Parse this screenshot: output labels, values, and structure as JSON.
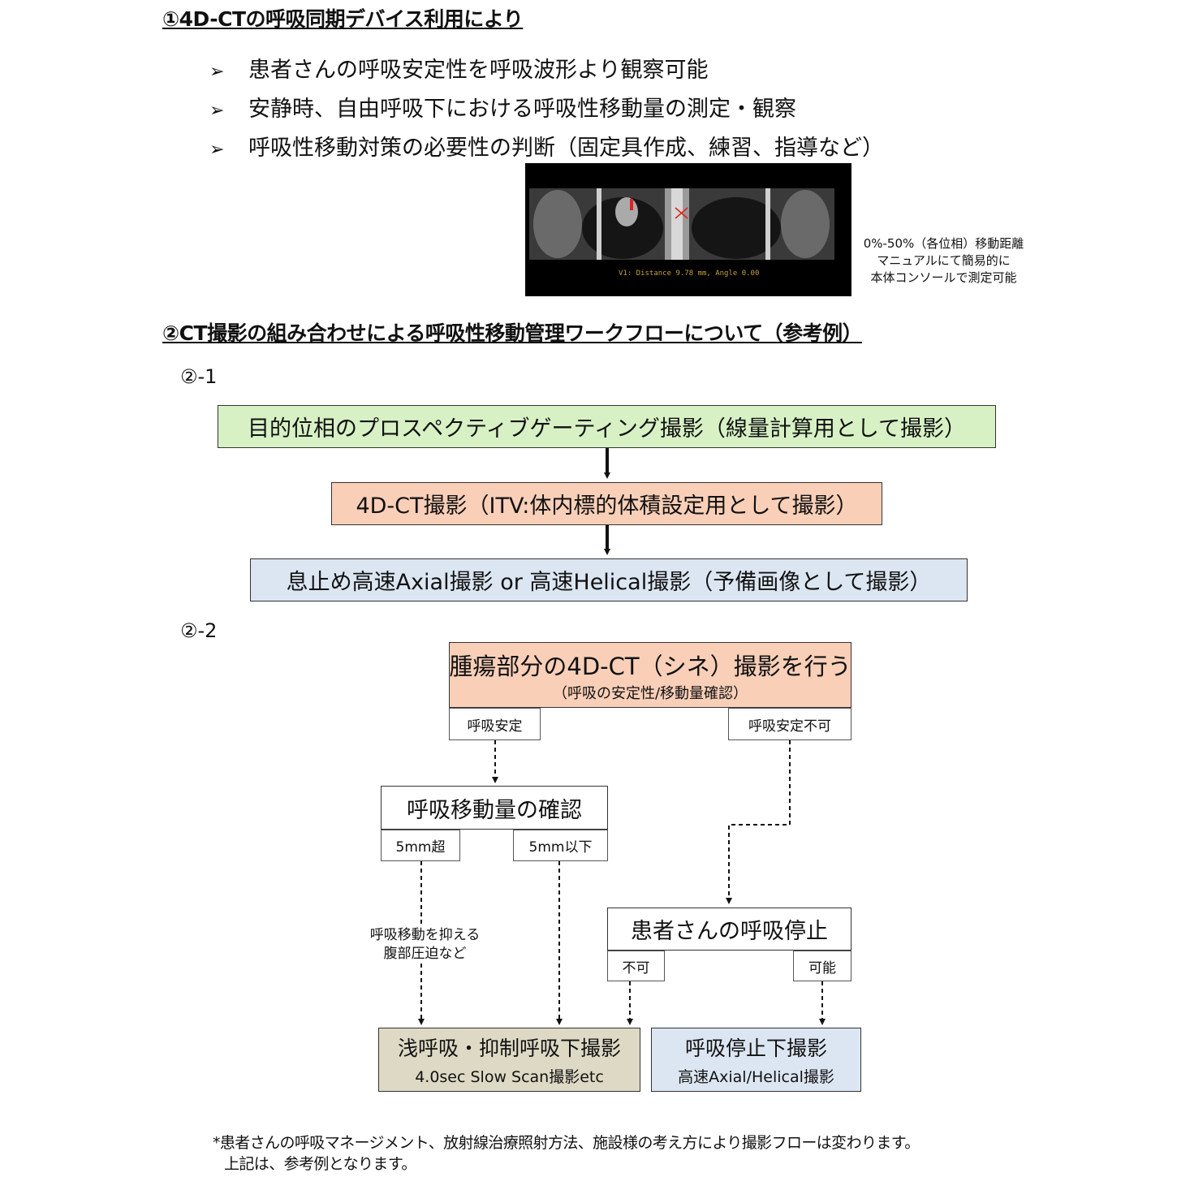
{
  "section1": {
    "title": "①4D-CTの呼吸同期デバイス利用により",
    "bullets": [
      "患者さんの呼吸安定性を呼吸波形より観察可能",
      "安静時、自由呼吸下における呼吸性移動量の測定・観察",
      "呼吸性移動対策の必要性の判断（固定具作成、練習、指導など）"
    ],
    "bullet_icon": "arrow-bullet-icon",
    "image_overlay_text": "V1: Distance 9.78 mm, Angle 0.00",
    "caption": [
      "0%-50%（各位相）移動距離",
      "マニュアルにて簡易的に",
      "本体コンソールで測定可能"
    ]
  },
  "section2": {
    "title": "②CT撮影の組み合わせによる呼吸性移動管理ワークフローについて（参考例）"
  },
  "flow1": {
    "label": "②-1",
    "box1": "目的位相のプロスペクティブゲーティング撮影（線量計算用として撮影）",
    "box2": "4D-CT撮影（ITV:体内標的体積設定用として撮影）",
    "box3": "息止め高速Axial撮影 or  高速Helical撮影（予備画像として撮影）"
  },
  "flow2": {
    "label": "②-2",
    "top_title": "腫瘍部分の4D-CT（シネ）撮影を行う",
    "top_sub": "（呼吸の安定性/移動量確認）",
    "stable": "呼吸安定",
    "unstable": "呼吸安定不可",
    "confirm": "呼吸移動量の確認",
    "over5": "5mm超",
    "under5": "5mm以下",
    "note": [
      "呼吸移動を抑える",
      "腹部圧迫など"
    ],
    "breath_hold": "患者さんの呼吸停止",
    "impossible": "不可",
    "possible": "可能",
    "result_left_title": "浅呼吸・抑制呼吸下撮影",
    "result_left_sub": "4.0sec Slow Scan撮影etc",
    "result_right_title": "呼吸停止下撮影",
    "result_right_sub": "高速Axial/Helical撮影"
  },
  "footnote": [
    "*患者さんの呼吸マネージメント、放射線治療照射方法、施設様の考え方により撮影フローは変わります。",
    "上記は、参考例となります。"
  ],
  "colors": {
    "green_box": "#d7f1c5",
    "salmon_box": "#f9cfb8",
    "blue_box": "#dce6f2",
    "khaki_box": "#ddd9c4"
  }
}
